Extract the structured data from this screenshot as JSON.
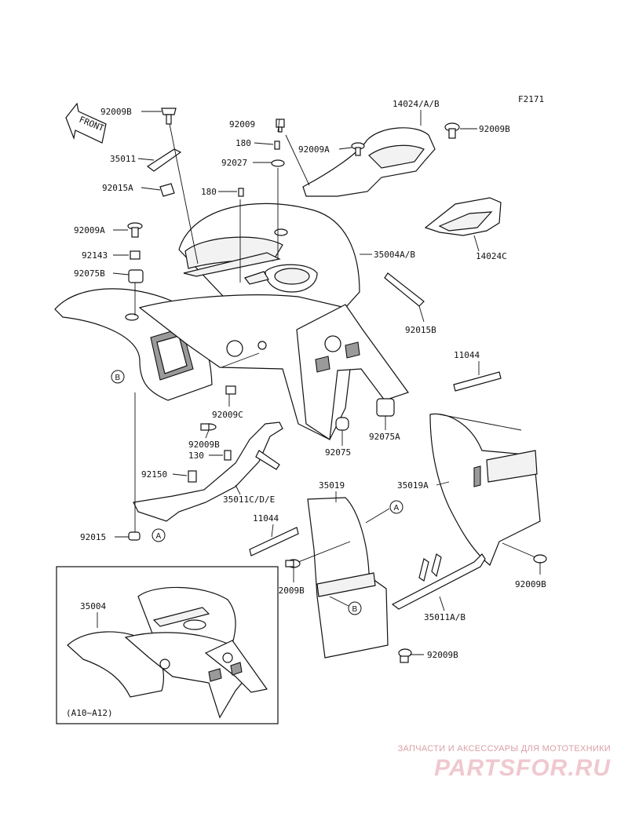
{
  "diagram_code": "F2171",
  "front_label": "FRONT",
  "inset_label": "(A10~A12)",
  "callouts": {
    "A": "A",
    "B": "B"
  },
  "parts": {
    "p92009B_1": "92009B",
    "p35011": "35011",
    "p92015A": "92015A",
    "p92009A_1": "92009A",
    "p92143": "92143",
    "p92075B": "92075B",
    "p92009": "92009",
    "p180_1": "180",
    "p92027": "92027",
    "p180_2": "180",
    "p14024": "14024/A/B",
    "p92009A_2": "92009A",
    "p92009B_2": "92009B",
    "p14024C": "14024C",
    "p35004AB": "35004A/B",
    "p92015B": "92015B",
    "p11044_1": "11044",
    "p92009C": "92009C",
    "p92009B_3": "92009B",
    "p130": "130",
    "p92150": "92150",
    "p35011CDE": "35011C/D/E",
    "p92075": "92075",
    "p92075A": "92075A",
    "p35019": "35019",
    "p35019A": "35019A",
    "p11044_2": "11044",
    "p92015": "92015",
    "p92009B_4": "92009B",
    "p92009B_5": "92009B",
    "p35011AB": "35011A/B",
    "p92009B_6": "92009B",
    "p35004": "35004"
  },
  "watermark": {
    "tagline": "ЗАПЧАСТИ И АКСЕССУАРЫ ДЛЯ МОТОТЕХНИКИ",
    "logo": "PARTSFOR.RU"
  }
}
